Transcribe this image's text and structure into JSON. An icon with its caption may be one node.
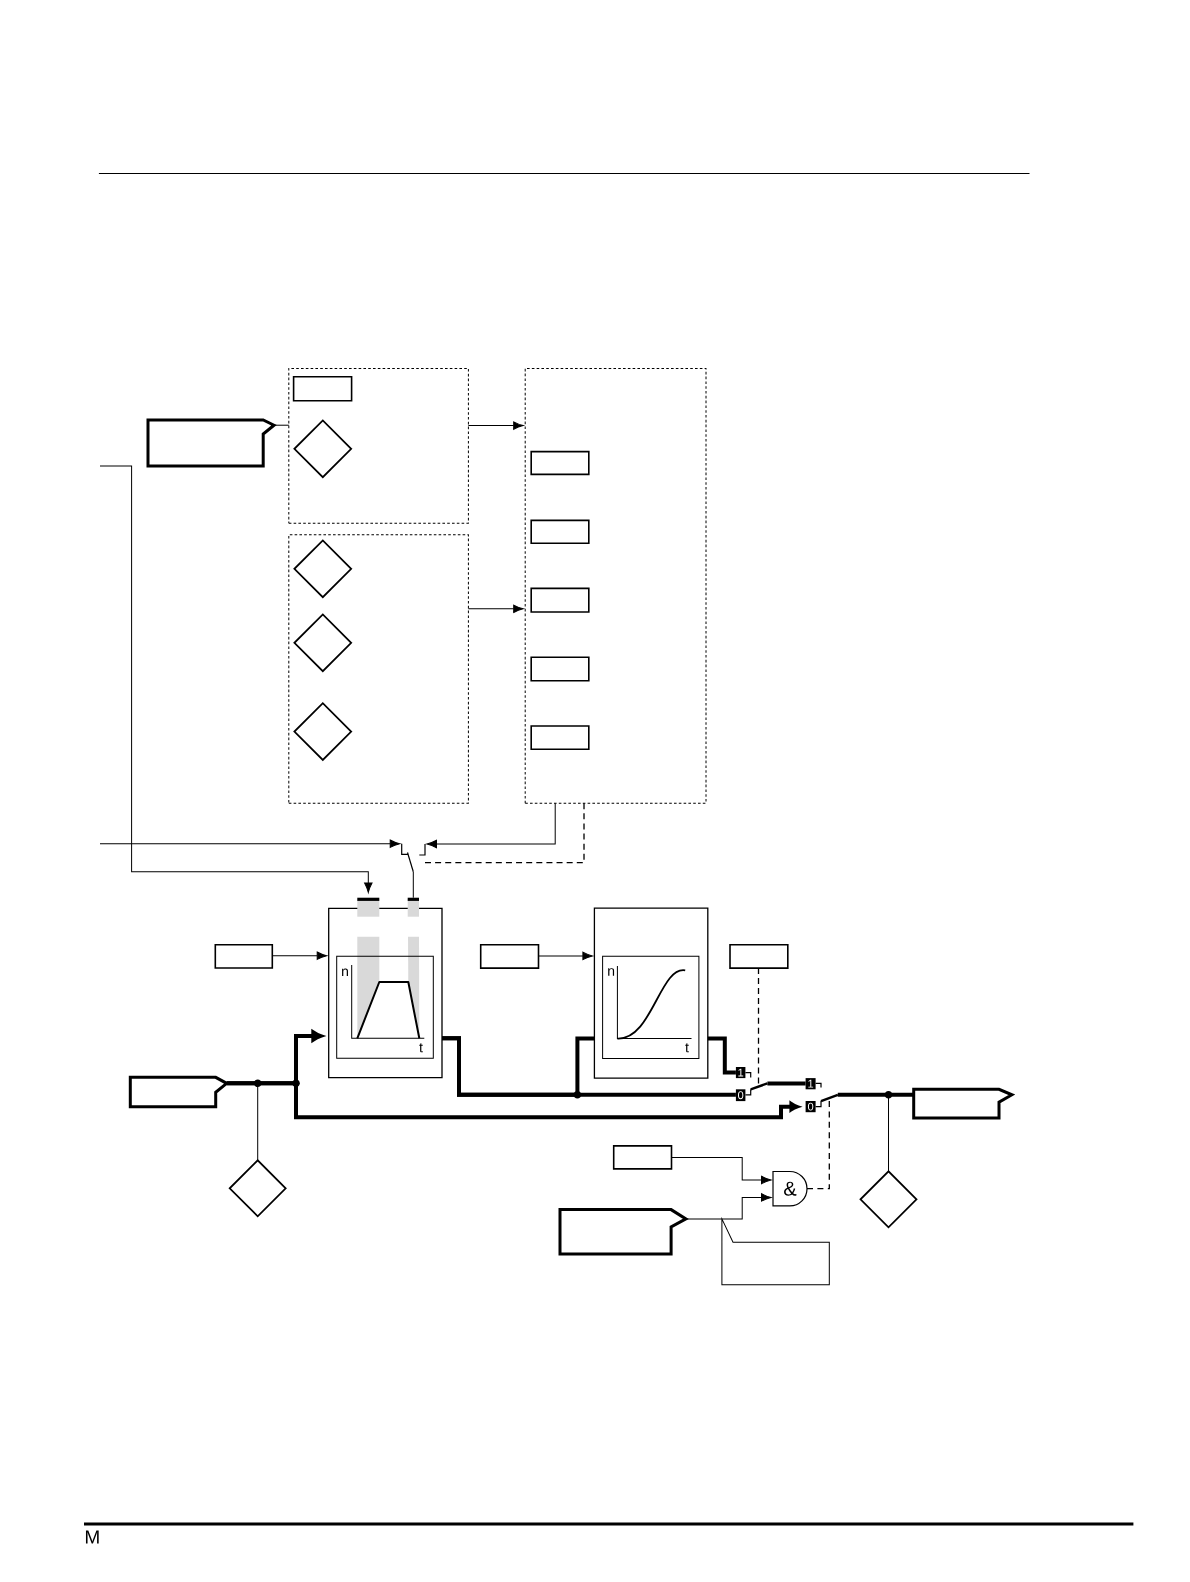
{
  "diagram": {
    "nodes": [
      {
        "text": [],
        "shape": "box"
      },
      {
        "text": [],
        "shape": "box",
        "in": 0
      },
      {
        "text": [],
        "shape": "diamond",
        "in": 0
      },
      {
        "text": [],
        "shape": "tag"
      },
      {
        "text": [],
        "shape": "box"
      },
      {
        "text": [],
        "shape": "box",
        "in": 4
      },
      {
        "text": [],
        "shape": "box",
        "in": 4
      },
      {
        "text": [],
        "shape": "box",
        "in": 4
      },
      {
        "text": [],
        "shape": "box",
        "in": 4
      },
      {
        "text": [],
        "shape": "box",
        "in": 4
      },
      {
        "text": [],
        "shape": "box"
      },
      {
        "text": [],
        "shape": "diamond",
        "in": 10
      },
      {
        "text": [],
        "shape": "diamond",
        "in": 10
      },
      {
        "text": [],
        "shape": "diamond",
        "in": 10
      },
      {
        "text": [],
        "shape": "box"
      },
      {
        "text": [],
        "shape": "box"
      },
      {
        "text": [],
        "shape": "box"
      },
      {
        "text": [],
        "shape": "box"
      },
      {
        "text": [],
        "shape": "box"
      },
      {
        "text": [
          "1"
        ]
      },
      {
        "text": [],
        "shape": "tag"
      },
      {
        "text": [
          "1"
        ]
      },
      {
        "text": [
          "0"
        ]
      },
      {
        "text": [
          "0"
        ]
      },
      {
        "text": [],
        "shape": "tag"
      },
      {
        "text": [],
        "shape": "box"
      },
      {
        "text": [
          "&"
        ]
      },
      {
        "text": [],
        "shape": "diamond"
      },
      {
        "text": [],
        "shape": "diamond"
      },
      {
        "text": [],
        "shape": "tag"
      },
      {
        "text": [],
        "shape": "box"
      },
      {
        "text": [],
        "shape": "switch"
      },
      {
        "text": [],
        "shape": "switch"
      },
      {
        "text": [],
        "shape": "switch"
      }
    ],
    "edges": [
      {
        "from": 3,
        "to": 0,
        "arrow": "none"
      },
      {
        "from": 0,
        "to": 4,
        "arrow": "to"
      },
      {
        "from": 10,
        "to": 4,
        "arrow": "to"
      },
      {
        "from": null,
        "to": 15,
        "arrow": "to"
      },
      {
        "from": null,
        "to": 33,
        "arrow": "to"
      },
      {
        "from": 4,
        "to": 33,
        "arrow": "to"
      },
      {
        "from": 4,
        "to": 33,
        "arrow": "none",
        "style": "dashed"
      },
      {
        "from": 14,
        "to": 15,
        "arrow": "to"
      },
      {
        "from": 16,
        "to": 17,
        "arrow": "to"
      },
      {
        "from": 20,
        "to": 15,
        "arrow": "to",
        "style": "thick"
      },
      {
        "from": 20,
        "to": 27,
        "arrow": "none"
      },
      {
        "from": 20,
        "to": 23,
        "arrow": "to",
        "style": "thick"
      },
      {
        "from": 15,
        "to": 17,
        "arrow": "none",
        "style": "thick"
      },
      {
        "from": 15,
        "to": 22,
        "arrow": "none",
        "style": "thick"
      },
      {
        "from": 17,
        "to": 19,
        "arrow": "none",
        "style": "thick"
      },
      {
        "from": 18,
        "to": 31,
        "arrow": "none",
        "style": "dashed"
      },
      {
        "from": 31,
        "to": 21,
        "arrow": "none",
        "style": "thick"
      },
      {
        "from": 32,
        "to": 24,
        "arrow": "none",
        "style": "thick"
      },
      {
        "from": 32,
        "to": 28,
        "arrow": "none"
      },
      {
        "from": 25,
        "to": 26,
        "arrow": "to"
      },
      {
        "from": 29,
        "to": 26,
        "arrow": "to"
      },
      {
        "from": 26,
        "to": 32,
        "arrow": "none",
        "style": "dashed"
      },
      {
        "from": 33,
        "to": 15,
        "arrow": "none"
      }
    ],
    "labels": [
      "n",
      "t",
      "n",
      "t",
      "M"
    ]
  }
}
